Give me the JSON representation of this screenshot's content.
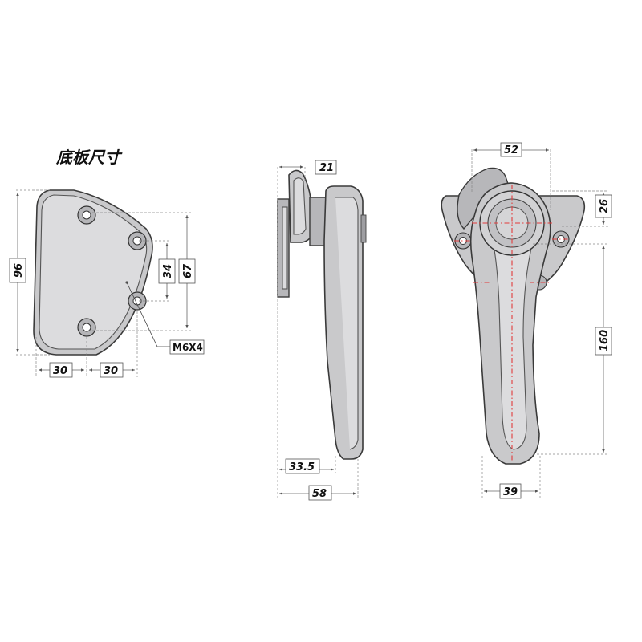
{
  "drawing": {
    "title": "底板尺寸",
    "base_plate": {
      "height_dim": "96",
      "hole_spacing_dim": "67",
      "small_spacing_dim": "34",
      "bottom_left_dim": "30",
      "bottom_right_dim": "30",
      "thread_callout": "M6X4"
    },
    "side_view": {
      "top_dim": "21",
      "mid_dim": "33.5",
      "overall_dim": "58"
    },
    "front_view": {
      "top_width_dim": "52",
      "top_height_dim": "26",
      "length_dim": "160",
      "bottom_width_dim": "39"
    }
  },
  "colors": {
    "part_fill": "#c9c9cb",
    "outline": "#3a3a3a",
    "centerline": "#e23b3b"
  }
}
